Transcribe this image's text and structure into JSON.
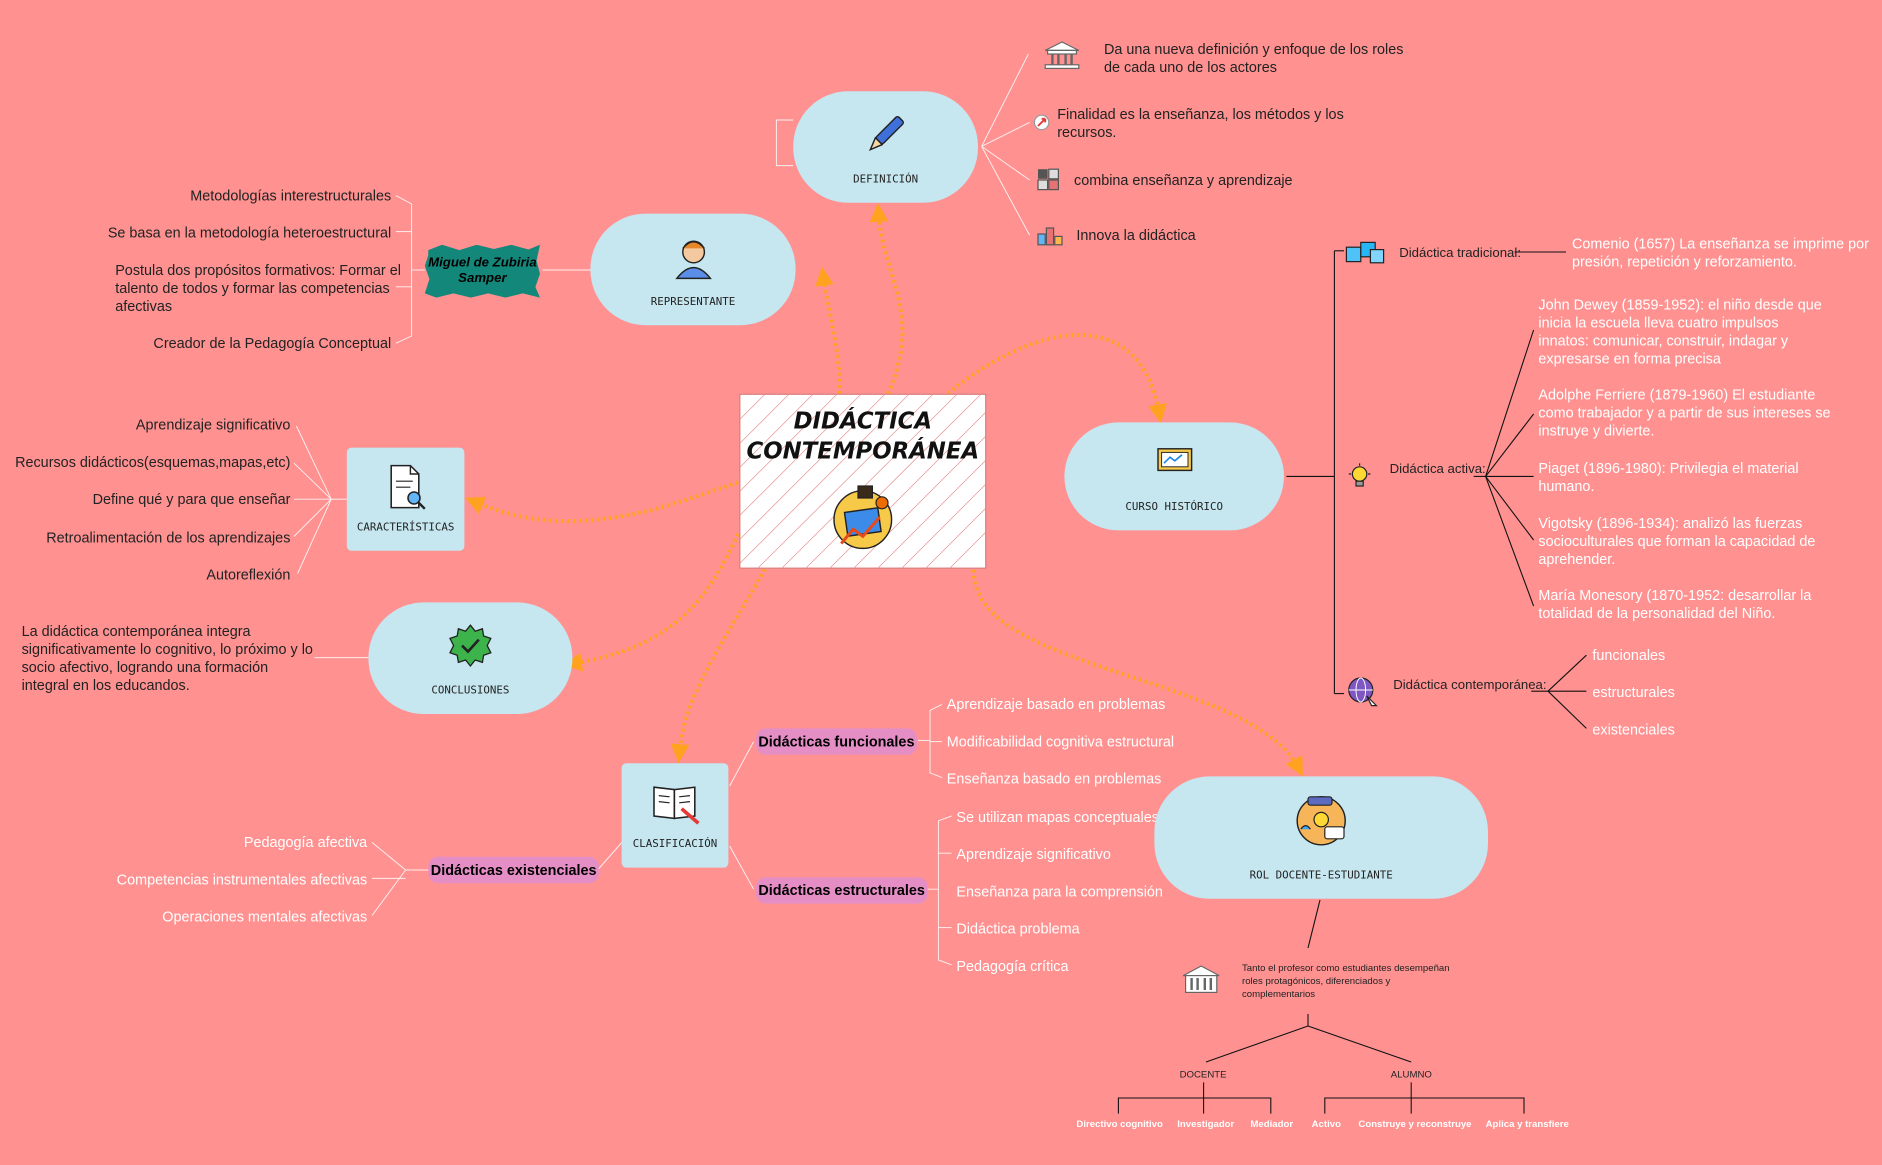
{
  "central": {
    "title": "DIDÁCTICA CONTEMPORÁNEA"
  },
  "definicion": {
    "label": "DEFINICIÓN",
    "items": [
      "Da una nueva definición y enfoque de los roles de cada uno de los actores",
      "Finalidad es la enseñanza, los métodos y los recursos.",
      "combina enseñanza y aprendizaje",
      "Innova la didáctica"
    ]
  },
  "representante": {
    "label": "REPRESENTANTE",
    "name": "Miguel de Zubiria Samper",
    "items": [
      "Metodologías interestructurales",
      "Se basa en la metodología heteroestructural",
      "Postula dos propósitos formativos: Formar el talento de todos y formar las competencias afectivas",
      "Creador de la Pedagogía Conceptual"
    ]
  },
  "caracteristicas": {
    "label": "CARACTERÍSTICAS",
    "items": [
      "Aprendizaje significativo",
      "Recursos didácticos(esquemas,mapas,etc)",
      "Define qué y para que enseñar",
      "Retroalimentación de los aprendizajes",
      "Autoreflexión"
    ]
  },
  "conclusiones": {
    "label": "CONCLUSIONES",
    "text": "La didáctica contemporánea integra significativamente lo cognitivo, lo próximo y lo socio afectivo, logrando una formación integral en los educandos."
  },
  "curso": {
    "label": "CURSO HISTÓRICO",
    "tradicional": {
      "label": "Didáctica tradicional:",
      "text": "Comenio (1657) La enseñanza se imprime por presión, repetición y reforzamiento."
    },
    "activa": {
      "label": "Didáctica activa:",
      "items": [
        "John Dewey (1859-1952): el niño desde que inicia la escuela lleva cuatro impulsos innatos: comunicar, construir, indagar y expresarse en forma precisa",
        "Adolphe Ferriere (1879-1960) El estudiante como trabajador y a partir de sus intereses se instruye y divierte.",
        "Piaget (1896-1980): Privilegia el material humano.",
        "Vigotsky (1896-1934): analizó las fuerzas socioculturales que forman la capacidad de aprehender.",
        "María Monesory (1870-1952: desarrollar la totalidad de la personalidad del Niño."
      ]
    },
    "contemporanea": {
      "label": "Didáctica contemporánea:",
      "items": [
        "funcionales",
        "estructurales",
        "existenciales"
      ]
    }
  },
  "clasificacion": {
    "label": "CLASIFICACIÓN",
    "funcionales": {
      "label": "Didácticas funcionales",
      "items": [
        "Aprendizaje basado en problemas",
        "Modificabilidad cognitiva estructural",
        "Enseñanza basado en problemas"
      ]
    },
    "estructurales": {
      "label": "Didácticas estructurales",
      "items": [
        "Se utilizan mapas conceptuales",
        "Aprendizaje significativo",
        "Enseñanza para la comprensión",
        "Didáctica problema",
        "Pedagogía crítica"
      ]
    },
    "existenciales": {
      "label": "Didácticas existenciales",
      "items": [
        "Pedagogía afectiva",
        "Competencias instrumentales afectivas",
        "Operaciones mentales afectivas"
      ]
    }
  },
  "rol": {
    "label": "ROL DOCENTE-ESTUDIANTE",
    "text": "Tanto el profesor como estudiantes desempeñan roles protagónicos, diferenciados y complementarios",
    "docente": {
      "label": "DOCENTE",
      "items": [
        "Directivo cognitivo",
        "Investigador",
        "Mediador"
      ]
    },
    "alumno": {
      "label": "ALUMNO",
      "items": [
        "Activo",
        "Construye y reconstruye",
        "Aplica y transfiere"
      ]
    }
  },
  "colors": {
    "background": "#ff9191",
    "node": "#c6e6f0",
    "arrow": "#ffa21f",
    "miguel": "#14877b",
    "tag": "#e58ec6"
  }
}
